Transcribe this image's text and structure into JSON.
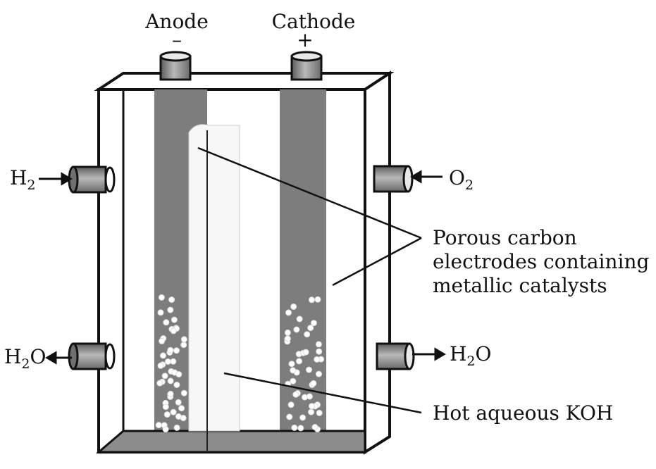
{
  "labels": {
    "anode": "Anode",
    "anode_sign": "–",
    "cathode": "Cathode",
    "cathode_sign": "+",
    "h2_in": {
      "base": "H",
      "sub": "2",
      "rest": ""
    },
    "o2_in": {
      "base": "O",
      "sub": "2",
      "rest": ""
    },
    "h2o_left": {
      "base": "H",
      "sub": "2",
      "rest": "O"
    },
    "h2o_right": {
      "base": "H",
      "sub": "2",
      "rest": "O"
    },
    "electrodes": [
      "Porous carbon",
      "electrodes containing",
      "metallic catalysts"
    ],
    "electrolyte": "Hot aqueous KOH"
  },
  "colors": {
    "electrode": "#7d7d7d",
    "connector": "#8a8a8a",
    "outline": "#111111",
    "background": "#ffffff"
  }
}
